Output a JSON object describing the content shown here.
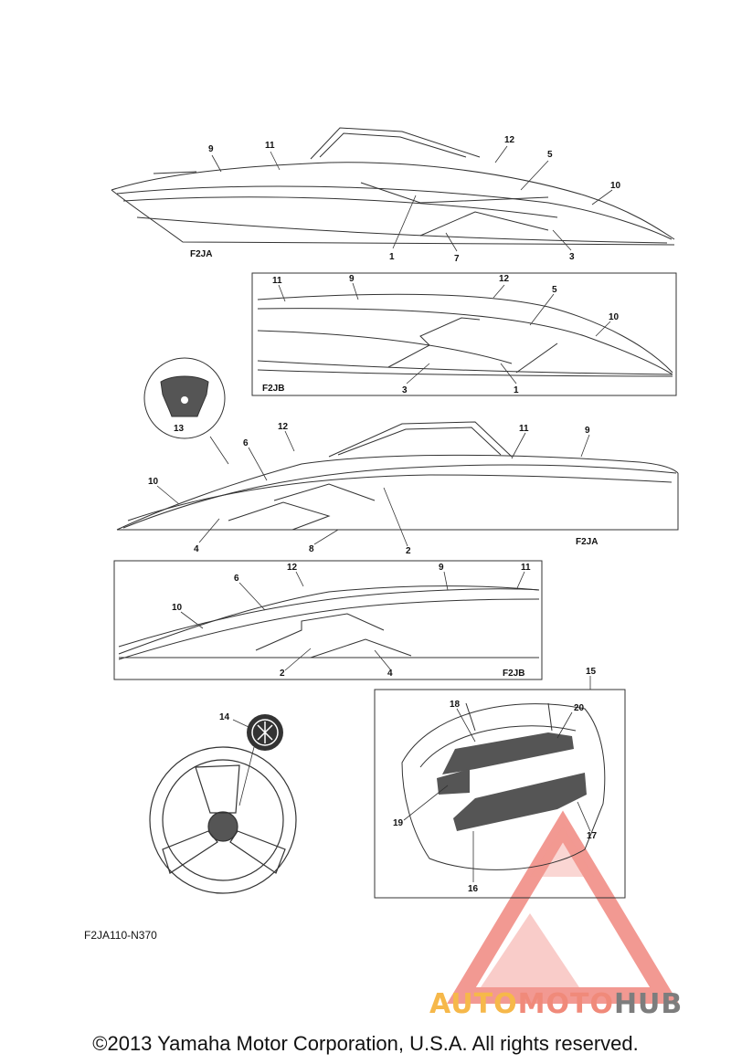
{
  "views": {
    "top_left": "F2JA",
    "inset_1": "F2JB",
    "middle_right": "F2JA",
    "inset_2": "F2JB"
  },
  "callouts": {
    "v1": [
      "9",
      "11",
      "12",
      "5",
      "10",
      "1",
      "7",
      "3"
    ],
    "v2": [
      "11",
      "9",
      "12",
      "5",
      "10",
      "3",
      "1"
    ],
    "v3": [
      "12",
      "6",
      "10",
      "11",
      "9",
      "4",
      "8",
      "2"
    ],
    "v4": [
      "12",
      "6",
      "9",
      "11",
      "10",
      "2",
      "4"
    ],
    "misc": [
      "13",
      "14",
      "15",
      "18",
      "20",
      "19",
      "17",
      "16"
    ]
  },
  "part_code": "F2JA110-N370",
  "copyright": "©2013 Yamaha Motor Corporation, U.S.A. All rights reserved.",
  "watermark": {
    "part1": "AUTO",
    "part2": "MOTO",
    "part3": "HUB"
  },
  "colors": {
    "line": "#333333",
    "watermark_red": "#e8463a",
    "watermark_orange": "#f6b84a",
    "watermark_gray": "#7d7d7d"
  }
}
